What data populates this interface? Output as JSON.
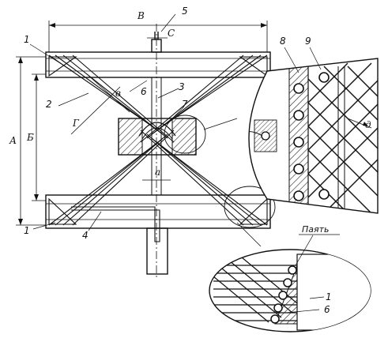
{
  "dimensions": {
    "A": "А",
    "B": "Б",
    "V": "В",
    "G": "Г",
    "S": "С",
    "a": "а",
    "v": "в",
    "d": "д"
  },
  "parts": {
    "p1_top": "1",
    "p1_bottom": "1",
    "p1_detail": "1",
    "p2": "2",
    "p3": "3",
    "p4": "4",
    "p5": "5",
    "p6_shaft": "6",
    "p6_detail": "6",
    "p7": "7",
    "p8": "8",
    "p9": "9"
  },
  "notes": {
    "solder": "Паять"
  }
}
